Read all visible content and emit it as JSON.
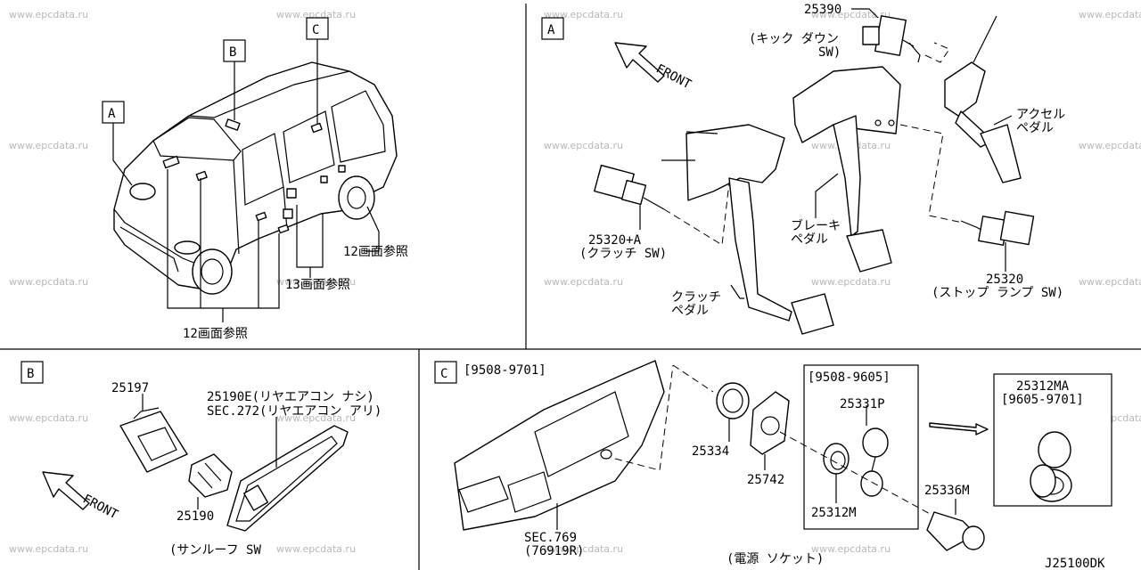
{
  "watermark": "www.epcdata.ru",
  "diagram_code": "J25100DK",
  "sections": {
    "overview": {
      "labels": {
        "a": "A",
        "b": "B",
        "c": "C"
      },
      "refs": {
        "ref12_rear": "12画面参照",
        "ref13": "13画面参照",
        "ref12_bottom": "12画面参照"
      }
    },
    "a": {
      "letter": "A",
      "front": "FRONT",
      "parts": {
        "p25390": "25390",
        "p25390_desc1": "(キック ダウン",
        "p25390_desc2": "SW)",
        "accel1": "アクセル",
        "accel2": "ペダル",
        "brake1": "ブレーキ",
        "brake2": "ペダル",
        "p25320a": "25320+A",
        "p25320a_desc": "(クラッチ SW)",
        "clutch1": "クラッチ",
        "clutch2": "ペダル",
        "p25320": "25320",
        "p25320_desc": "(ストップ ランプ SW)"
      }
    },
    "b": {
      "letter": "B",
      "front": "FRONT",
      "parts": {
        "p25197": "25197",
        "p25190e": "25190E(リヤエアコン ナシ)",
        "sec272": "SEC.272(リヤエアコン アリ)",
        "p25190": "25190",
        "sunroof": "(サンルーフ SW"
      }
    },
    "c": {
      "letter": "C",
      "date_main": "[9508-9701]",
      "parts": {
        "p25334": "25334",
        "p25742": "25742",
        "date_sub": "[9508-9605]",
        "p25331p": "25331P",
        "p25312m": "25312M",
        "p25336m": "25336M",
        "p25312ma": "25312MA",
        "date_ma": "[9605-9701]",
        "sec769": "SEC.769",
        "sec769_code": "(76919R)",
        "socket": "(電源 ソケット)"
      }
    }
  }
}
